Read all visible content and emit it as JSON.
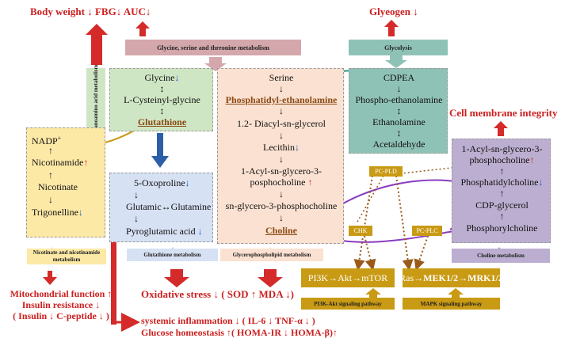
{
  "top": {
    "body_weight": "Body weight ↓  FBG↓  AUC↓",
    "glycogen": "Glyeogen ↓",
    "cell_membrane": "Cell membrane integrity ↑"
  },
  "bars": {
    "glycine_serine": "Glycine,  serine  and      threonine metabolism",
    "glycolysis": "Glycolysis",
    "cyanoamino": "Cyanoamino acid metabolism",
    "nicotinate": "Nicotinate and nicotinamide metabolism",
    "glutathione": "Glutathione metabolism",
    "glycerophospholipid": "Glycerophospholipid metabolism",
    "choline": "Choline metabolism"
  },
  "glutathione_box": {
    "glycine": "Glycine",
    "cysteinyl": "L-Cysteinyl-glycine",
    "glutathione": "Glutathione"
  },
  "glycero_box": {
    "serine": "Serine",
    "pe": "Phosphatidyl-ethanolamine",
    "diacyl": "1.2- Diacyl-sn-glycerol",
    "lecithin": "Lecithin",
    "acyl": "1-Acyl-sn-glycero-3-",
    "acyl2": "posphocholine",
    "sn": "sn-glycero-3-phosphocholine",
    "choline": "Choline"
  },
  "glycolysis_box": {
    "cdpea": "CDPEA",
    "phospho": "Phospho-ethanolamine",
    "ethanolamine": "Ethanolamine",
    "acetaldehyde": "Acetaldehyde"
  },
  "nicotinate_box": {
    "nadp": "NADP",
    "nadp_sup": "+",
    "nicotinamide": "Nicotinamide",
    "nicotinate": "Nicotinate",
    "trigonelline": "Trigonelline"
  },
  "oxo_box": {
    "oxoproline": "5-Oxoproline",
    "glutamic": "Glutamic↔Glutamine",
    "pyroglutamic": "Pyroglutamic acid"
  },
  "choline_box": {
    "acyl1": "1-Acyl-sn-glycero-3-",
    "acyl2": "phosphocholine",
    "pc": "Phosphatidylcholine",
    "cdp": "CDP-glycerol",
    "phosphorylcholine": "Phosphorylcholine"
  },
  "enzymes": {
    "pc_pld": "PC-PLD",
    "chk": "CHK",
    "pc_plc": "PC-PLC"
  },
  "pathways": {
    "pi3k": "PI3K→Akt→mTOR",
    "pi3k_label": "PI3K-Akt  signaling pathway",
    "ras_prefix": "Ras→",
    "ras_bold": "MEK1/2→MRK1/2",
    "mapk_label": "MAPK  signaling pathway"
  },
  "bottom": {
    "mito1": "Mitochondrial function ↑",
    "mito2": "Insulin resistance ↓",
    "mito3": "( Insulin ↓  C-peptide ↓ )",
    "oxidative": "Oxidative stress ↓ ( SOD ↑  MDA ↓)",
    "systemic": "systemic inflammation ↓ ( IL-6 ↓  TNF-α ↓ )",
    "glucose": "Glucose homeostasis ↑( HOMA-IR ↓ HOMA-β)↑"
  },
  "arrows": {
    "down": "↓",
    "up": "↑",
    "updown": "↕"
  },
  "colors": {
    "red_text": "#cc1f1f",
    "green_box": "#cfe6c4",
    "salmon_box": "#fbe1d1",
    "teal_box": "#8fc2b6",
    "yellow_box": "#fde9a6",
    "blue_box": "#d6e1f3",
    "purple_box": "#bcaed0",
    "gold": "#c99a14",
    "purple_line": "#8a3bc2"
  }
}
